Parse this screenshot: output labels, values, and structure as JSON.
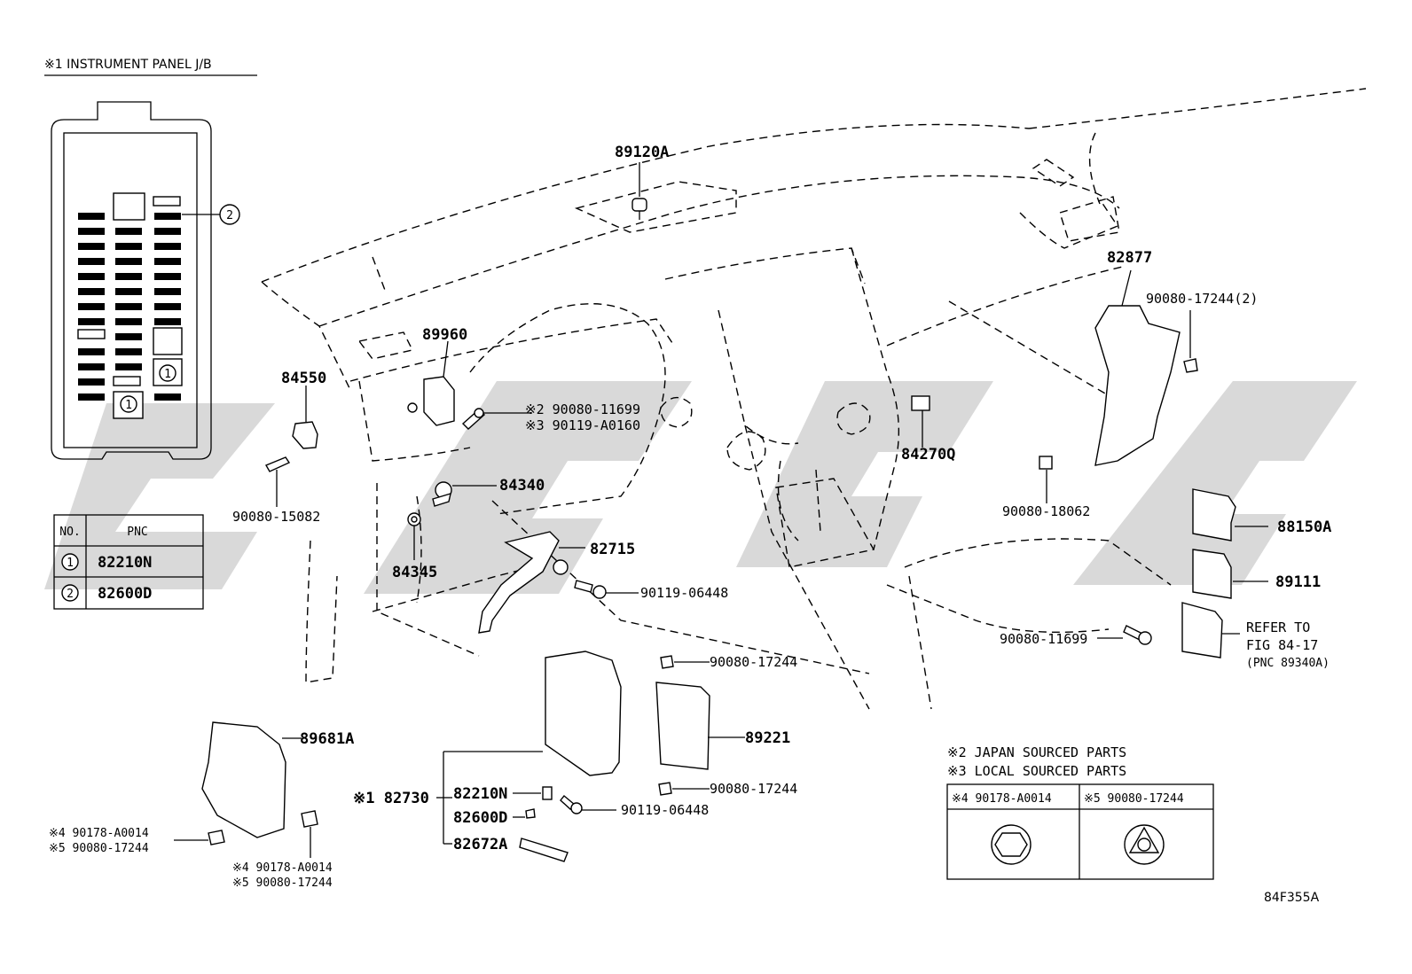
{
  "header": {
    "jb_title": "※1 INSTRUMENT PANEL J/B"
  },
  "jb_table": {
    "col_no": "NO.",
    "col_pnc": "PNC",
    "rows": [
      {
        "no": "1",
        "pnc": "82210N"
      },
      {
        "no": "2",
        "pnc": "82600D"
      }
    ]
  },
  "jb_callouts": {
    "c1a": "1",
    "c1b": "1",
    "c2": "2"
  },
  "parts": {
    "p89120A": "89120A",
    "p89960": "89960",
    "p84550": "84550",
    "p90080_15082": "90080-15082",
    "p84340": "84340",
    "p84345": "84345",
    "p82715": "82715",
    "p90119_06448_a": "90119-06448",
    "p90080_11699_a": "※2 90080-11699",
    "p90119_A0160": "※3 90119-A0160",
    "p84270Q": "84270Q",
    "p82877": "82877",
    "p90080_17244_2": "90080-17244(2)",
    "p90080_18062": "90080-18062",
    "p88150A": "88150A",
    "p89111": "89111",
    "p90080_11699_b": "90080-11699",
    "refer1": "REFER TO",
    "refer2": "FIG 84-17",
    "refer3": "(PNC 89340A)",
    "p89681A": "89681A",
    "p90178_A0014_a": "※4 90178-A0014",
    "p90080_17244_a": "※5 90080-17244",
    "p90178_A0014_b": "※4 90178-A0014",
    "p90080_17244_b": "※5 90080-17244",
    "p90080_17244_c": "90080-17244",
    "p90080_17244_d": "90080-17244",
    "p89221": "89221",
    "p82730": "※1 82730",
    "p82210N": "82210N",
    "p82600D": "82600D",
    "p82672A": "82672A",
    "p90119_06448_b": "90119-06448"
  },
  "notes": {
    "n2": "※2 JAPAN SOURCED PARTS",
    "n3": "※3 LOCAL SOURCED PARTS"
  },
  "nut_table": {
    "c1": "※4 90178-A0014",
    "c2": "※5 90080-17244"
  },
  "figure_id": "84F355A"
}
